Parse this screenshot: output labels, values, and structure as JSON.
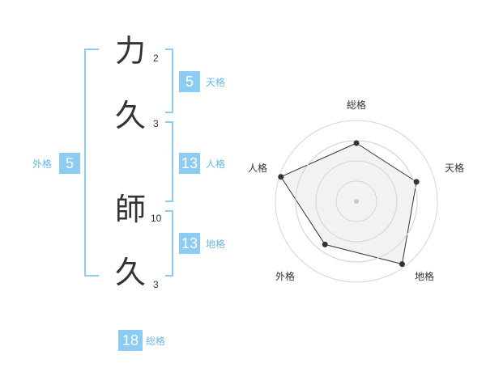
{
  "colors": {
    "accent": "#8ccbf2",
    "accent_text": "#6ab8e8",
    "bracket": "#8ccbf2",
    "text": "#333333",
    "radar_fill": "#f0f0f0",
    "radar_grid": "#d5d5d5",
    "radar_line": "#333333"
  },
  "name": {
    "characters": [
      {
        "char": "力",
        "strokes": "2"
      },
      {
        "char": "久",
        "strokes": "3"
      },
      {
        "char": "師",
        "strokes": "10"
      },
      {
        "char": "久",
        "strokes": "3"
      }
    ]
  },
  "scores": {
    "tenkaku": {
      "value": "5",
      "label": "天格"
    },
    "jinkaku": {
      "value": "13",
      "label": "人格"
    },
    "chikaku": {
      "value": "13",
      "label": "地格"
    },
    "gaikaku": {
      "value": "5",
      "label": "外格"
    },
    "soukaku": {
      "value": "18",
      "label": "総格"
    }
  },
  "radar": {
    "axes": [
      {
        "label": "総格",
        "value": 0.72
      },
      {
        "label": "天格",
        "value": 0.78
      },
      {
        "label": "地格",
        "value": 0.96
      },
      {
        "label": "外格",
        "value": 0.66
      },
      {
        "label": "人格",
        "value": 0.98
      }
    ],
    "rings": 4,
    "center_icon": "center-dot-icon"
  }
}
